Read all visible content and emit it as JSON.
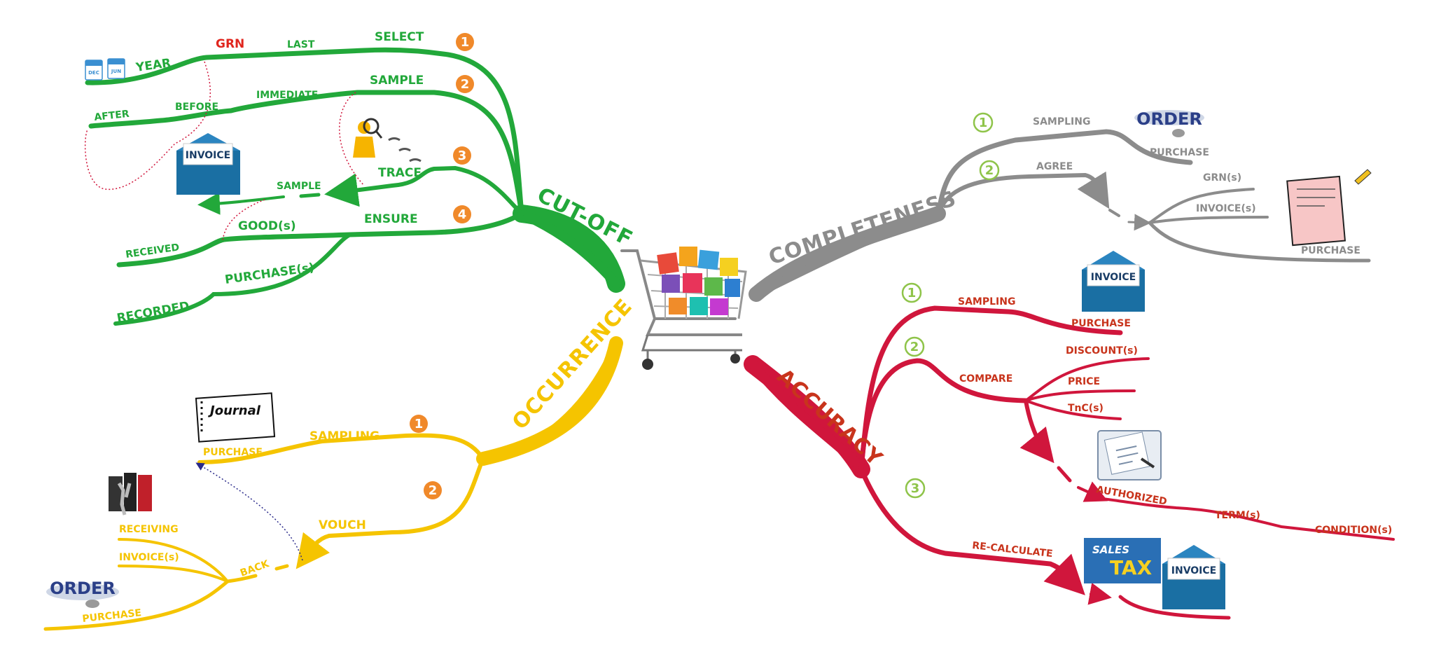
{
  "colors": {
    "cutoff": "#22a83a",
    "occurrence": "#f5c400",
    "completeness": "#8c8c8c",
    "accuracy": "#d0163c",
    "number_orange": "#f0892a",
    "number_green": "#8fc44a",
    "grn_red": "#e0261e",
    "accuracy_text": "#c8341c",
    "pointer_red": "#e8493e",
    "pointer_blue": "#2a2a8a"
  },
  "center": {
    "icon": "shopping-cart-icon"
  },
  "cutoff": {
    "title": "CUT-OFF",
    "branch1": {
      "number": "1",
      "select": "SELECT",
      "last": "LAST",
      "grn": "GRN",
      "year": "YEAR",
      "cal_dec": "DEC",
      "cal_jun": "JUN"
    },
    "branch2": {
      "number": "2",
      "sample": "SAMPLE",
      "immediate": "IMMEDIATE",
      "before": "BEFORE",
      "after": "AFTER"
    },
    "branch3": {
      "number": "3",
      "trace": "TRACE",
      "sample": "SAMPLE",
      "invoice_text": "INVOICE"
    },
    "branch4": {
      "number": "4",
      "ensure": "ENSURE",
      "goods": "GOOD(s)",
      "received": "RECEIVED",
      "purchases": "PURCHASE(s)",
      "recorded": "RECORDED"
    }
  },
  "occurrence": {
    "title": "OCCURRENCE",
    "branch1": {
      "number": "1",
      "sampling": "SAMPLING",
      "purchase": "PURCHASE",
      "journal_text": "Journal"
    },
    "branch2": {
      "number": "2",
      "vouch": "VOUCH",
      "back": "BACK",
      "receiving": "RECEIVING",
      "invoices": "INVOICE(s)",
      "purchase": "PURCHASE",
      "order_text": "ORDER"
    }
  },
  "completeness": {
    "title": "COMPLETENESS",
    "branch1": {
      "number": "1",
      "sampling": "SAMPLING",
      "purchase": "PURCHASE",
      "order_text": "ORDER"
    },
    "branch2": {
      "number": "2",
      "agree": "AGREE",
      "grns": "GRN(s)",
      "invoices": "INVOICE(s)",
      "purchase": "PURCHASE"
    }
  },
  "accuracy": {
    "title": "ACCURACY",
    "branch1": {
      "number": "1",
      "sampling": "SAMPLING",
      "purchase": "PURCHASE",
      "invoice_text": "INVOICE"
    },
    "branch2": {
      "number": "2",
      "compare": "COMPARE",
      "discounts": "DISCOUNT(s)",
      "price": "PRICE",
      "tncs": "TnC(s)",
      "authorized": "AUTHORIZED",
      "terms": "TERM(s)",
      "conditions": "CONDITION(s)"
    },
    "branch3": {
      "number": "3",
      "recalculate": "RE-CALCULATE",
      "sales": "SALES",
      "tax": "TAX",
      "invoice_text": "INVOICE"
    }
  }
}
